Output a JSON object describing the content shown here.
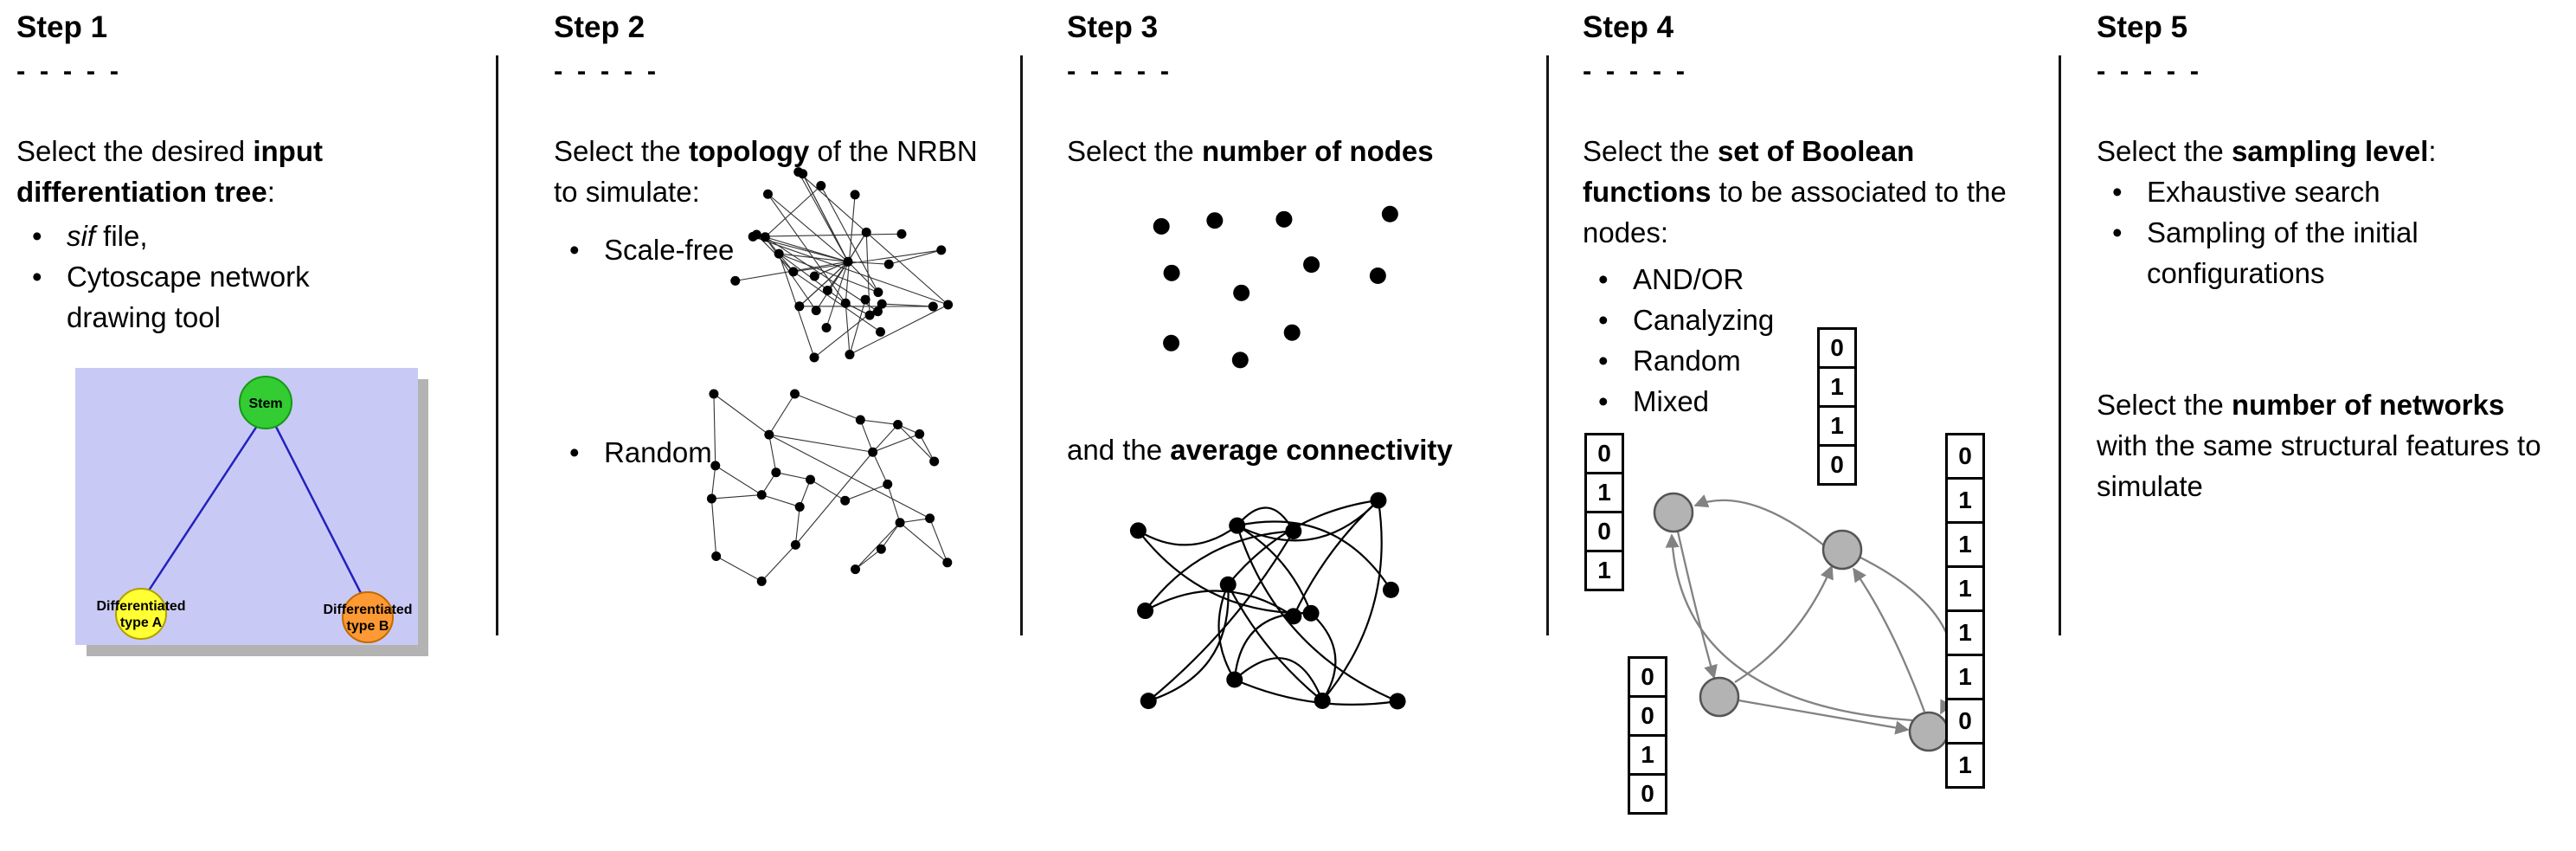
{
  "ui": {
    "bullet": "•",
    "dashes": "- - - - -"
  },
  "step1": {
    "header": "Step 1",
    "intro": [
      {
        "t": "Select the desired "
      },
      {
        "t": "input differentiation tree",
        "b": true
      },
      {
        "t": ":"
      }
    ],
    "bullets": [
      [
        {
          "t": "sif",
          "i": true
        },
        {
          "t": " file,"
        }
      ],
      [
        {
          "t": "Cytoscape network drawing tool"
        }
      ]
    ],
    "tree": {
      "stem_label": "Stem",
      "left_label_line1": "Differentiated",
      "left_label_line2": "type A",
      "right_label_line1": "Differentiated",
      "right_label_line2": "type B",
      "colors": {
        "background": "#c9c9f6",
        "stem": "#33cc33",
        "type_a": "#ffff33",
        "type_b": "#ff9933",
        "edge": "#2222bb"
      }
    }
  },
  "step2": {
    "header": "Step 2",
    "intro": [
      {
        "t": "Select the "
      },
      {
        "t": "topology",
        "b": true
      },
      {
        "t": " of the NRBN to simulate:"
      }
    ],
    "bullets": [
      [
        {
          "t": "Scale-free"
        }
      ],
      [
        {
          "t": "Random"
        }
      ]
    ]
  },
  "step3": {
    "header": "Step 3",
    "para1": [
      {
        "t": "Select the "
      },
      {
        "t": "number of nodes",
        "b": true
      }
    ],
    "para2": [
      {
        "t": "and the "
      },
      {
        "t": "average connectivity",
        "b": true
      }
    ]
  },
  "step4": {
    "header": "Step 4",
    "intro": [
      {
        "t": "Select the "
      },
      {
        "t": "set of Boolean functions",
        "b": true
      },
      {
        "t": " to be associated to the nodes:"
      }
    ],
    "bullets": [
      [
        {
          "t": "AND/OR"
        }
      ],
      [
        {
          "t": "Canalyzing"
        }
      ],
      [
        {
          "t": "Random"
        }
      ],
      [
        {
          "t": "Mixed"
        }
      ]
    ],
    "tables": {
      "left": [
        "0",
        "1",
        "0",
        "1"
      ],
      "top": [
        "0",
        "1",
        "1",
        "0"
      ],
      "right": [
        "0",
        "1",
        "1",
        "1",
        "1",
        "1",
        "0",
        "1"
      ],
      "bottom": [
        "0",
        "0",
        "1",
        "0"
      ]
    }
  },
  "step5": {
    "header": "Step 5",
    "para1": [
      {
        "t": "Select the "
      },
      {
        "t": "sampling level",
        "b": true
      },
      {
        "t": ":"
      }
    ],
    "bullets": [
      [
        {
          "t": "Exhaustive search"
        }
      ],
      [
        {
          "t": "Sampling of the initial configurations"
        }
      ]
    ],
    "para2": [
      {
        "t": "Select the "
      },
      {
        "t": "number of networks",
        "b": true
      },
      {
        "t": " with the same structural features to simulate"
      }
    ]
  }
}
